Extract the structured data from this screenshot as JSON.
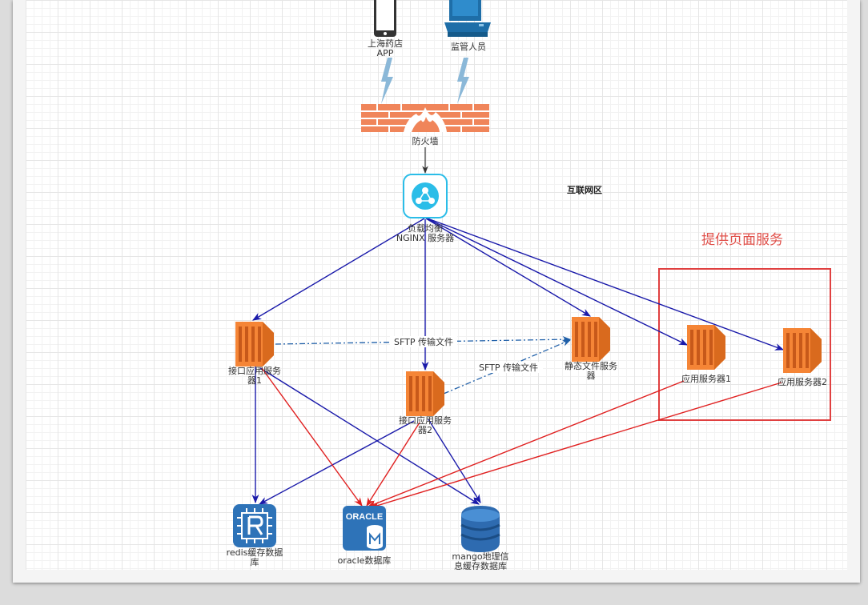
{
  "nodes": {
    "app": {
      "label": [
        "上海药店",
        "APP"
      ]
    },
    "supervisor": {
      "label": [
        "监管人员"
      ]
    },
    "firewall": {
      "label": [
        "防火墙"
      ]
    },
    "nginx": {
      "label": [
        "负载均衡",
        "NGINX 服务器"
      ]
    },
    "api1": {
      "label": [
        "接口应用服务",
        "器1"
      ]
    },
    "api2": {
      "label": [
        "接口应用服务",
        "器2"
      ]
    },
    "static": {
      "label": [
        "静态文件服务",
        "器"
      ]
    },
    "app1": {
      "label": [
        "应用服务器1"
      ]
    },
    "app2": {
      "label": [
        "应用服务器2"
      ]
    },
    "redis": {
      "label": [
        "redis缓存数据",
        "库"
      ]
    },
    "oracle": {
      "label": [
        "oracle数据库"
      ],
      "logo_text": "ORACLE"
    },
    "mongo": {
      "label": [
        "mango地理信",
        "息缓存数据库"
      ]
    }
  },
  "zone_label": "互联网区",
  "highlight_note": "提供页面服务",
  "edge_labels": {
    "sftp1": "SFTP 传输文件",
    "sftp2": "SFTP 传输文件"
  },
  "colors": {
    "blue_edge": "#1a1aaa",
    "red_edge": "#e02020",
    "dashed_edge": "#1f5fa8",
    "server_orange": "#f58536",
    "highlight_box": "#e04040"
  }
}
